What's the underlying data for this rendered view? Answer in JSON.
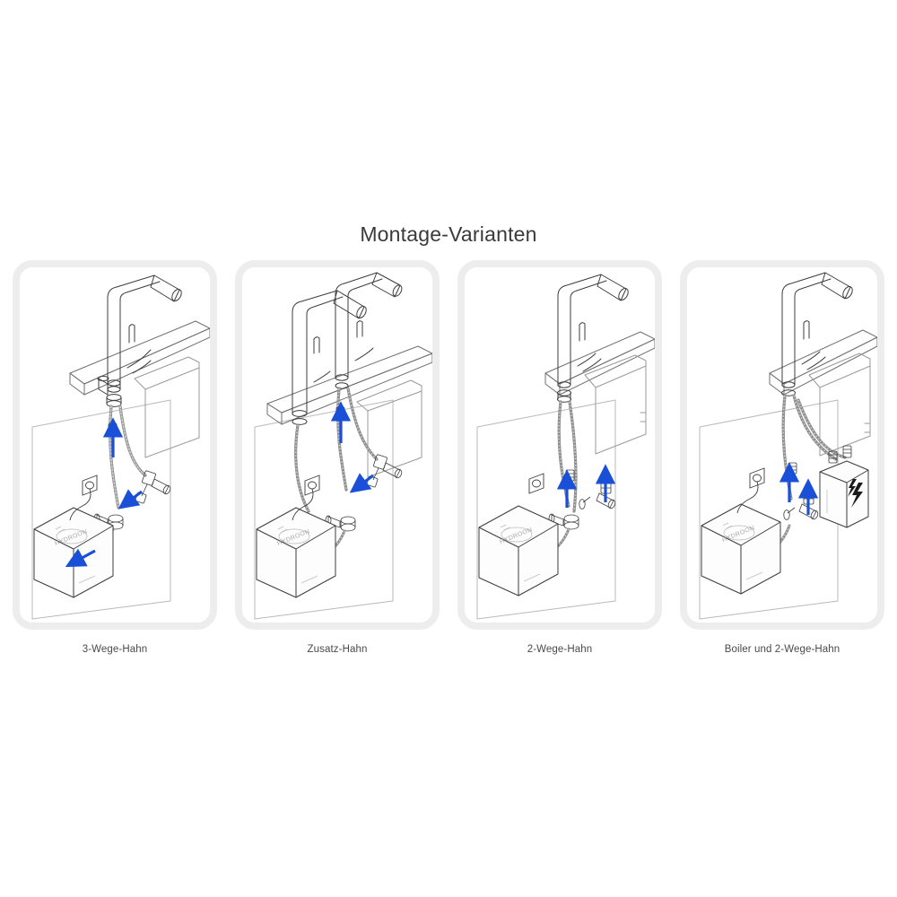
{
  "title": "Montage-Varianten",
  "background_color": "#ffffff",
  "panel_border_color": "#ededed",
  "line_color": "#3c3c3c",
  "accent_blue": "#1a4fd8",
  "panels": [
    {
      "id": "panel-1",
      "caption": "3-Wege-Hahn",
      "faucet_count": 1,
      "has_extra_boiler": false,
      "arrows": [
        {
          "direction": "up",
          "label": "kaltwasser-zulauf-arrow"
        },
        {
          "direction": "down-left",
          "label": "ventil-arrow"
        },
        {
          "direction": "down-left",
          "label": "tank-zulauf-arrow"
        }
      ],
      "components": [
        "mischbatterie",
        "arbeitsplatte",
        "spuele",
        "untertisch-geraet",
        "steckdose",
        "eckventil",
        "panzerschlaeuche"
      ]
    },
    {
      "id": "panel-2",
      "caption": "Zusatz-Hahn",
      "faucet_count": 2,
      "has_extra_boiler": false,
      "arrows": [
        {
          "direction": "up",
          "label": "kaltwasser-zulauf-arrow"
        },
        {
          "direction": "down-left",
          "label": "ventil-arrow"
        }
      ],
      "components": [
        "mischbatterie",
        "zusatz-hahn",
        "arbeitsplatte",
        "spuele",
        "untertisch-geraet",
        "steckdose",
        "eckventil",
        "panzerschlaeuche"
      ]
    },
    {
      "id": "panel-3",
      "caption": "2-Wege-Hahn",
      "faucet_count": 1,
      "has_extra_boiler": false,
      "arrows": [
        {
          "direction": "up",
          "label": "kaltwasser-zulauf-arrow"
        },
        {
          "direction": "up",
          "label": "eckventil-arrow"
        }
      ],
      "components": [
        "mischbatterie",
        "arbeitsplatte",
        "spuele",
        "untertisch-geraet",
        "steckdose",
        "eckventil",
        "panzerschlaeuche"
      ]
    },
    {
      "id": "panel-4",
      "caption": "Boiler und 2-Wege-Hahn",
      "faucet_count": 1,
      "has_extra_boiler": true,
      "boiler_symbol": "high-voltage-bolt",
      "arrows": [
        {
          "direction": "up",
          "label": "kaltwasser-zulauf-arrow"
        },
        {
          "direction": "up",
          "label": "eckventil-arrow"
        }
      ],
      "components": [
        "mischbatterie",
        "arbeitsplatte",
        "spuele",
        "untertisch-geraet",
        "boiler",
        "steckdose",
        "eckventil",
        "panzerschlaeuche"
      ]
    }
  ]
}
